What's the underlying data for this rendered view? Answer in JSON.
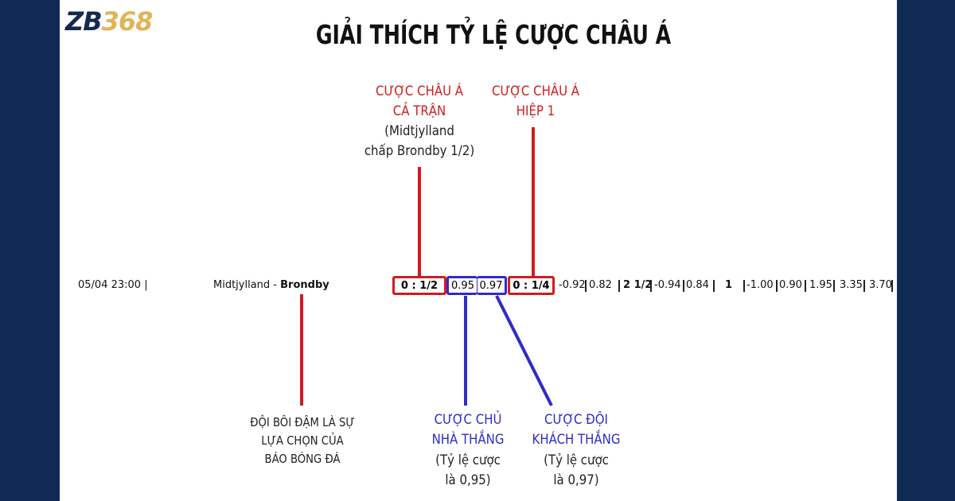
{
  "logo": {
    "zb": "ZB",
    "num": "368"
  },
  "title": "GIẢI THÍCH TỶ LỆ CƯỢC CHÂU Á",
  "callouts": {
    "full_match": {
      "line1": "CƯỢC CHÂU Á",
      "line2": "CẢ TRẬN",
      "note1": "(Midtjylland",
      "note2": "chấp Brondby 1/2)"
    },
    "first_half": {
      "line1": "CƯỢC CHÂU Á",
      "line2": "HIỆP 1"
    },
    "bold_team": {
      "line1": "ĐỘI BÔI ĐẬM  LÀ SỰ",
      "line2": "LỰA CHỌN CỦA",
      "line3": "BÁO BÓNG ĐÁ"
    },
    "home_win": {
      "line1": "CƯỢC CHỦ",
      "line2": "NHÀ THẮNG",
      "note1": "(Tỷ lệ cược",
      "note2": "là 0,95)"
    },
    "away_win": {
      "line1": "CƯỢC ĐỘI",
      "line2": "KHÁCH THẮNG",
      "note1": "(Tỷ lệ cược",
      "note2": "là 0,97)"
    }
  },
  "match_row": {
    "datetime": "05/04  23:00",
    "home": "Midtjylland",
    "separator": " - ",
    "away": "Brondby",
    "handicap_full": "0 : 1/2",
    "home_odds": "0.95",
    "away_odds": "0.97",
    "handicap_half": "0 : 1/4",
    "rest": [
      "-0.92",
      "0.82",
      "2 1/2",
      "-0.94",
      "0.84",
      "1",
      "-1.00",
      "0.90",
      "1.95",
      "3.35",
      "3.70"
    ]
  },
  "colors": {
    "navy": "#0f2a55",
    "red": "#d01c1f",
    "blue": "#2f2cc8",
    "gold": "#e0b557"
  }
}
